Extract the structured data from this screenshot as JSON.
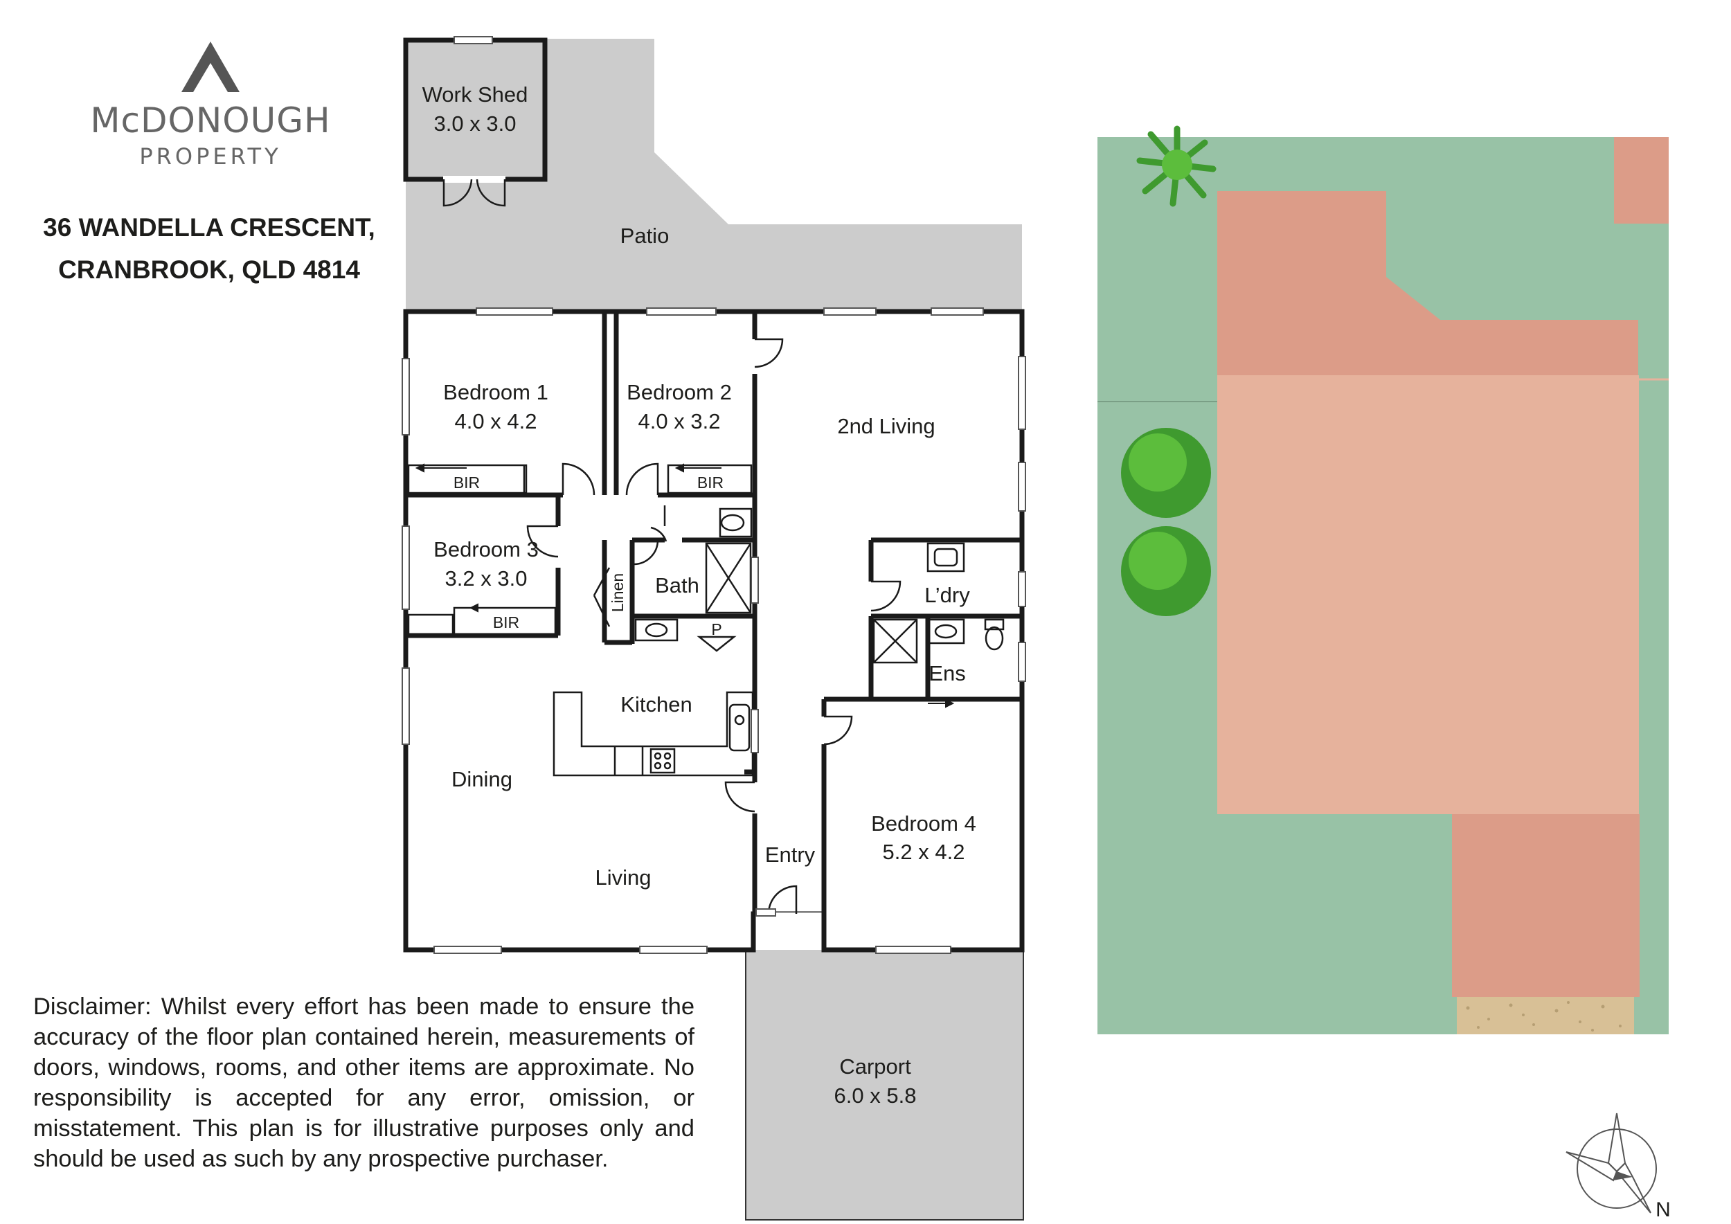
{
  "brand": {
    "name": "McDONOUGH",
    "tagline": "PROPERTY"
  },
  "address": {
    "line1": "36 WANDELLA CRESCENT,",
    "line2": "CRANBROOK, QLD 4814"
  },
  "rooms": {
    "work_shed": {
      "name": "Work Shed",
      "size": "3.0 x 3.0"
    },
    "patio": {
      "name": "Patio"
    },
    "bedroom1": {
      "name": "Bedroom 1",
      "size": "4.0 x 4.2"
    },
    "bedroom2": {
      "name": "Bedroom 2",
      "size": "4.0 x 3.2"
    },
    "bedroom3": {
      "name": "Bedroom 3",
      "size": "3.2 x 3.0"
    },
    "bedroom4": {
      "name": "Bedroom 4",
      "size": "5.2 x 4.2"
    },
    "second_living": {
      "name": "2nd Living"
    },
    "bath": {
      "name": "Bath"
    },
    "linen": {
      "name": "Linen"
    },
    "pantry": {
      "name": "P"
    },
    "laundry": {
      "name": "L’dry"
    },
    "ensuite": {
      "name": "Ens"
    },
    "kitchen": {
      "name": "Kitchen"
    },
    "dining": {
      "name": "Dining"
    },
    "living": {
      "name": "Living"
    },
    "entry": {
      "name": "Entry"
    },
    "carport": {
      "name": "Carport",
      "size": "6.0 x 5.8"
    },
    "bir": "BIR"
  },
  "compass": {
    "north": "N"
  },
  "disclaimer": "Disclaimer: Whilst every effort has been made to ensure the accuracy of the floor plan contained herein, measurements of doors, windows, rooms, and other items are approximate. No responsibility is accepted for any error, omission, or misstatement. This plan is for illustrative purposes only and should be used as such by any prospective purchaser.",
  "colors": {
    "lawn": "#98c2a6",
    "roof_light": "#e6b29c",
    "roof_dark": "#dc9c88",
    "driveway": "#d8c096",
    "paving": "#cccccc",
    "tree": "#3f9a2f",
    "logo": "#555555"
  }
}
